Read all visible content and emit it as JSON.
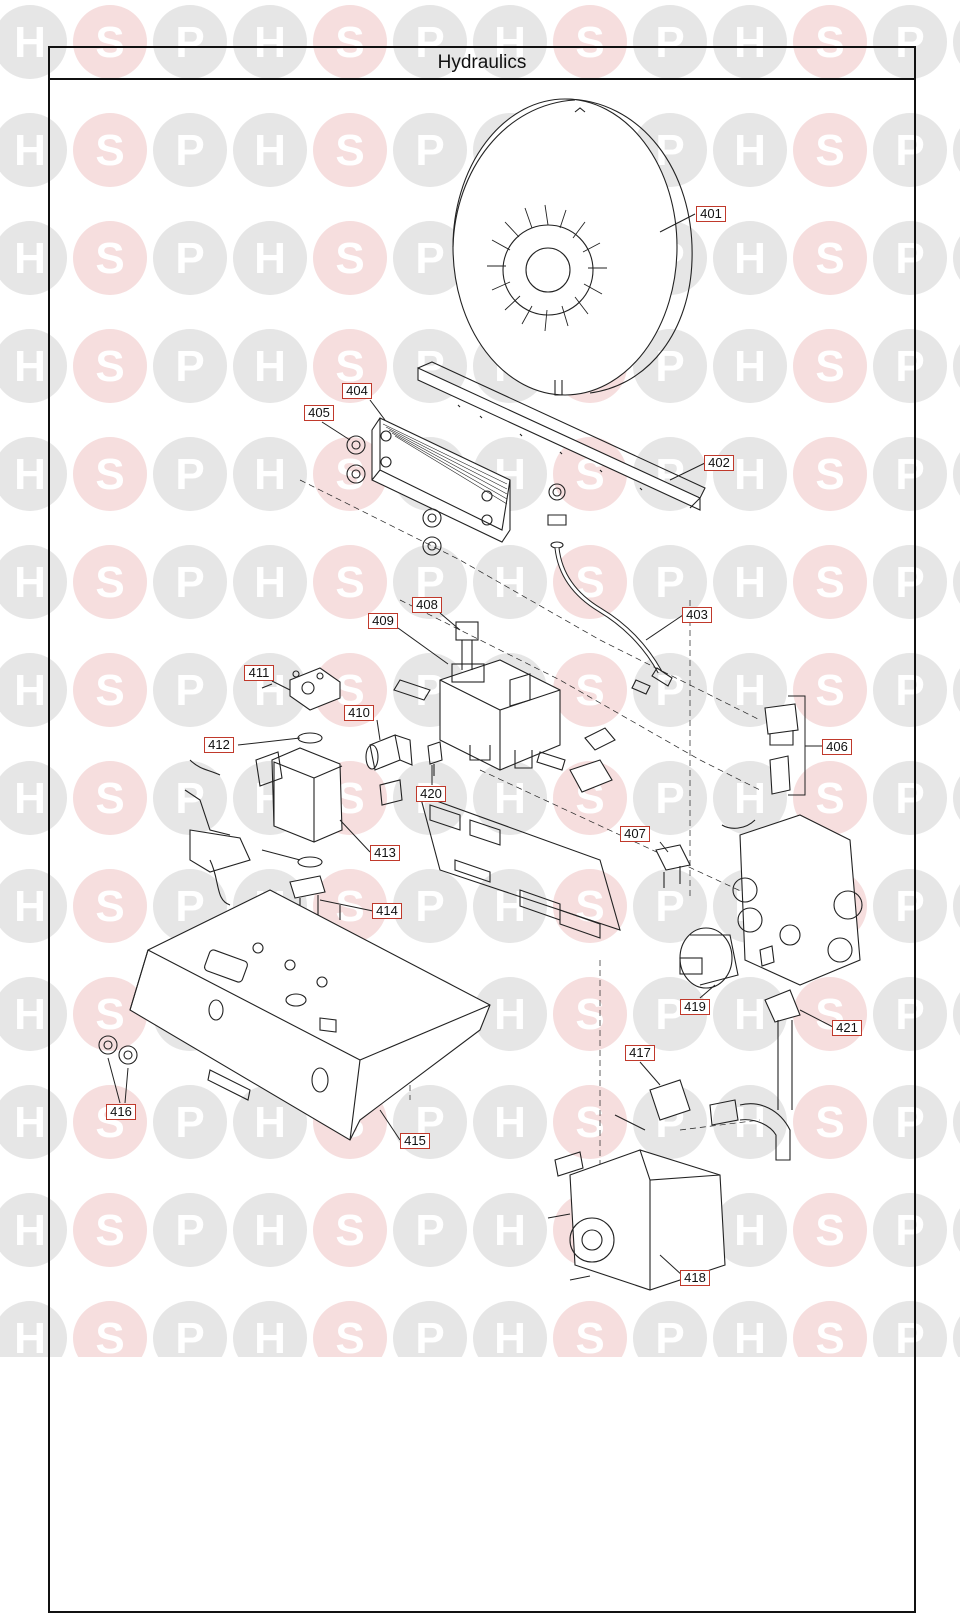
{
  "title": "Hydraulics",
  "watermark": {
    "letters": [
      "H",
      "S",
      "P"
    ],
    "colors": {
      "H": "#e6e6e6",
      "S": "#f6dede",
      "P": "#e6e6e6"
    }
  },
  "callouts": [
    {
      "id": "401",
      "label": "401"
    },
    {
      "id": "402",
      "label": "402"
    },
    {
      "id": "403",
      "label": "403"
    },
    {
      "id": "404",
      "label": "404"
    },
    {
      "id": "405",
      "label": "405"
    },
    {
      "id": "406",
      "label": "406"
    },
    {
      "id": "407",
      "label": "407"
    },
    {
      "id": "408",
      "label": "408"
    },
    {
      "id": "409",
      "label": "409"
    },
    {
      "id": "410",
      "label": "410"
    },
    {
      "id": "411",
      "label": "411"
    },
    {
      "id": "412",
      "label": "412"
    },
    {
      "id": "413",
      "label": "413"
    },
    {
      "id": "414",
      "label": "414"
    },
    {
      "id": "415",
      "label": "415"
    },
    {
      "id": "416",
      "label": "416"
    },
    {
      "id": "417",
      "label": "417"
    },
    {
      "id": "418",
      "label": "418"
    },
    {
      "id": "419",
      "label": "419"
    },
    {
      "id": "420",
      "label": "420"
    },
    {
      "id": "421",
      "label": "421"
    }
  ],
  "colors": {
    "callout_border": "#c0392b",
    "line": "#222222",
    "frame": "#111111"
  }
}
